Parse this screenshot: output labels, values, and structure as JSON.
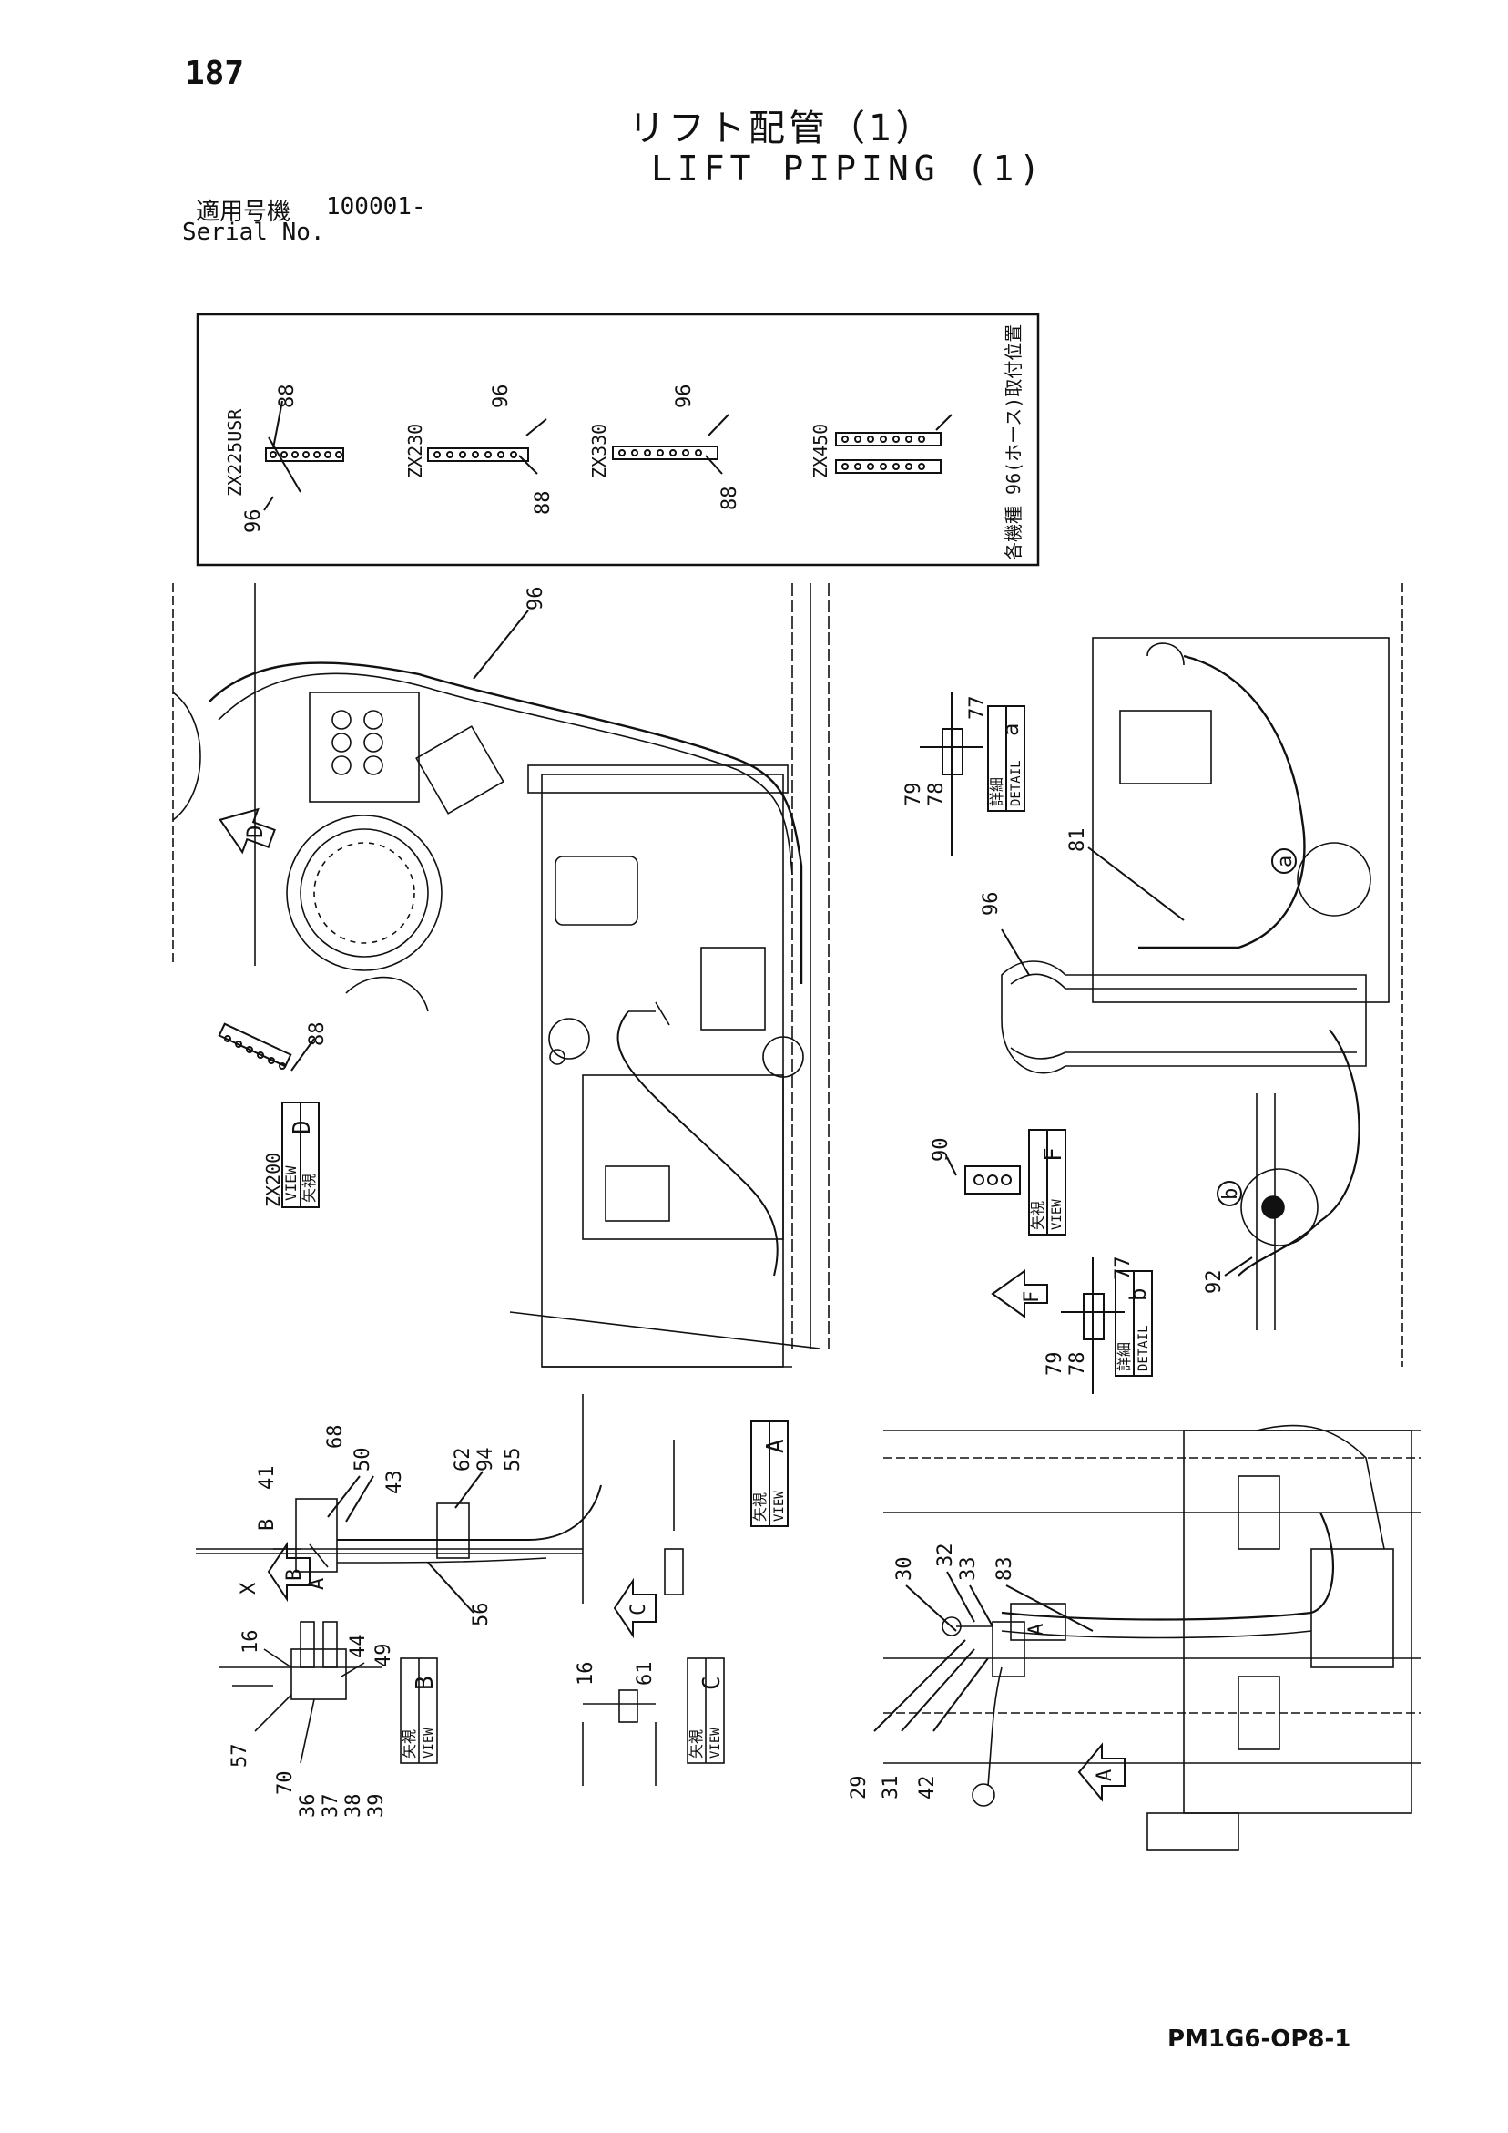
{
  "page": {
    "number": "187",
    "title_jp": "リフト配管（1）",
    "title_en": "LIFT PIPING (1)",
    "serial_label_jp": "適用号機",
    "serial_value": "100001-",
    "serial_label_en": "Serial No.",
    "drawing_code": "PM1G6-OP8-1"
  },
  "inset": {
    "note": "各機種 96(ホース)取付位置",
    "models": [
      {
        "name": "ZX225USR",
        "top": "88",
        "bottom": "96"
      },
      {
        "name": "ZX230",
        "top": "96",
        "bottom": "88"
      },
      {
        "name": "ZX330",
        "top": "96",
        "bottom": "88"
      },
      {
        "name": "ZX450",
        "top": "",
        "bottom": ""
      }
    ]
  },
  "views": {
    "view_d": {
      "jp": "矢視",
      "en": "VIEW",
      "letter": "D",
      "model": "ZX200",
      "part": "88"
    },
    "view_f": {
      "jp": "矢視",
      "en": "VIEW",
      "letter": "F",
      "part": "90"
    },
    "view_a": {
      "jp": "矢視",
      "en": "VIEW",
      "letter": "A"
    },
    "view_b": {
      "jp": "矢視",
      "en": "VIEW",
      "letter": "B"
    },
    "view_c": {
      "jp": "矢視",
      "en": "VIEW",
      "letter": "C"
    },
    "detail_a": {
      "jp": "詳細",
      "en": "DETAIL",
      "letter": "a"
    },
    "detail_b": {
      "jp": "詳細",
      "en": "DETAIL",
      "letter": "b"
    }
  },
  "arrows": {
    "d": "D",
    "f": "F",
    "a": "A",
    "b": "B",
    "c": "C",
    "circle_a": "a",
    "circle_b": "b"
  },
  "callouts": {
    "top_hose": "96",
    "detail_a_parts": [
      "77",
      "78",
      "79"
    ],
    "detail_b_parts": [
      "77",
      "78",
      "79"
    ],
    "right_hose_81": "81",
    "right_hose_96": "96",
    "right_92": "92",
    "view_a_parts": [
      "41",
      "68",
      "50",
      "43",
      "62",
      "94",
      "55",
      "56"
    ],
    "view_a_letters": [
      "B",
      "X",
      "A"
    ],
    "view_b_parts": [
      "16",
      "44",
      "49",
      "57",
      "70",
      "36",
      "37",
      "38",
      "39"
    ],
    "view_c_parts": [
      "16",
      "61"
    ],
    "bottom_parts": [
      "30",
      "32",
      "33",
      "83",
      "29",
      "31",
      "42"
    ],
    "bottom_letter": "A"
  }
}
